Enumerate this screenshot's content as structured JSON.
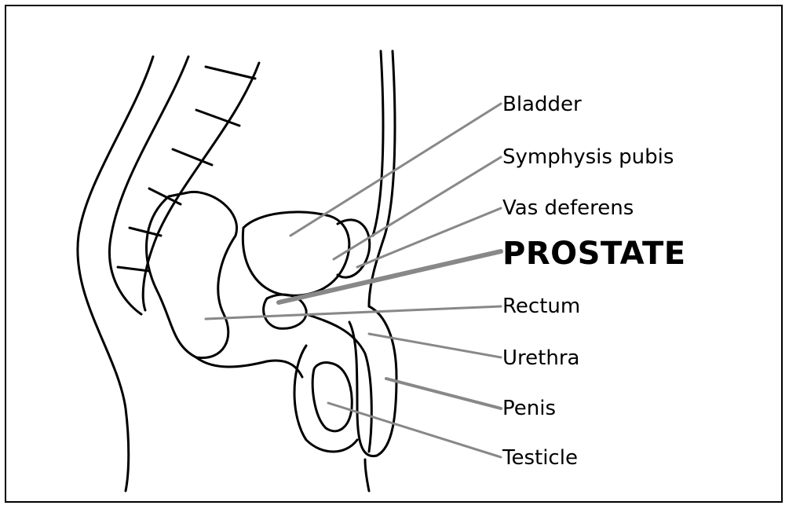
{
  "diagram": {
    "labels": [
      {
        "id": "bladder",
        "text": "Bladder"
      },
      {
        "id": "symphysis",
        "text": "Symphysis pubis"
      },
      {
        "id": "vas",
        "text": "Vas deferens"
      },
      {
        "id": "prostate",
        "text": "PROSTATE"
      },
      {
        "id": "rectum",
        "text": "Rectum"
      },
      {
        "id": "urethra",
        "text": "Urethra"
      },
      {
        "id": "penis",
        "text": "Penis"
      },
      {
        "id": "testicle",
        "text": "Testicle"
      }
    ],
    "colors": {
      "outline": "#000000",
      "leader": "#888888"
    }
  }
}
